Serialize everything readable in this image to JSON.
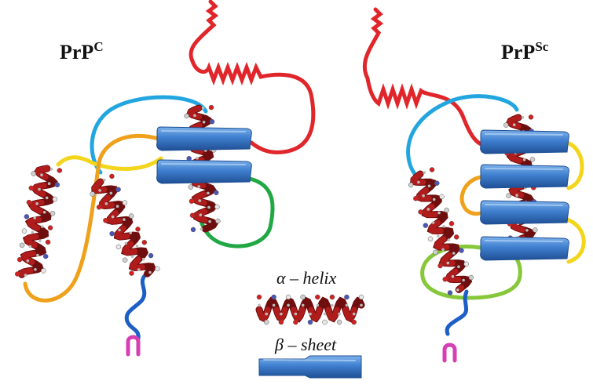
{
  "titles": {
    "left": {
      "base": "PrP",
      "sup": "C"
    },
    "right": {
      "base": "PrP",
      "sup": "Sc"
    }
  },
  "legend": {
    "helix_label": "α – helix",
    "sheet_label": "β – sheet"
  },
  "colors": {
    "helix_ribbon": "#b01c1c",
    "helix_dark": "#6e0e0e",
    "sheet_fill": "#3f7fcf",
    "sheet_dark": "#1f4f94",
    "red_tail": "#e0262b",
    "cyan_loop": "#23a6e0",
    "yellow_loop": "#f3d51c",
    "orange_loop": "#f0a11c",
    "green_loop": "#21a845",
    "lime_loop": "#86c83a",
    "blue_tail": "#1e5fc6",
    "magenta_end": "#d63fb4"
  },
  "icons": [
    "alpha-helix-icon",
    "beta-sheet-icon"
  ]
}
